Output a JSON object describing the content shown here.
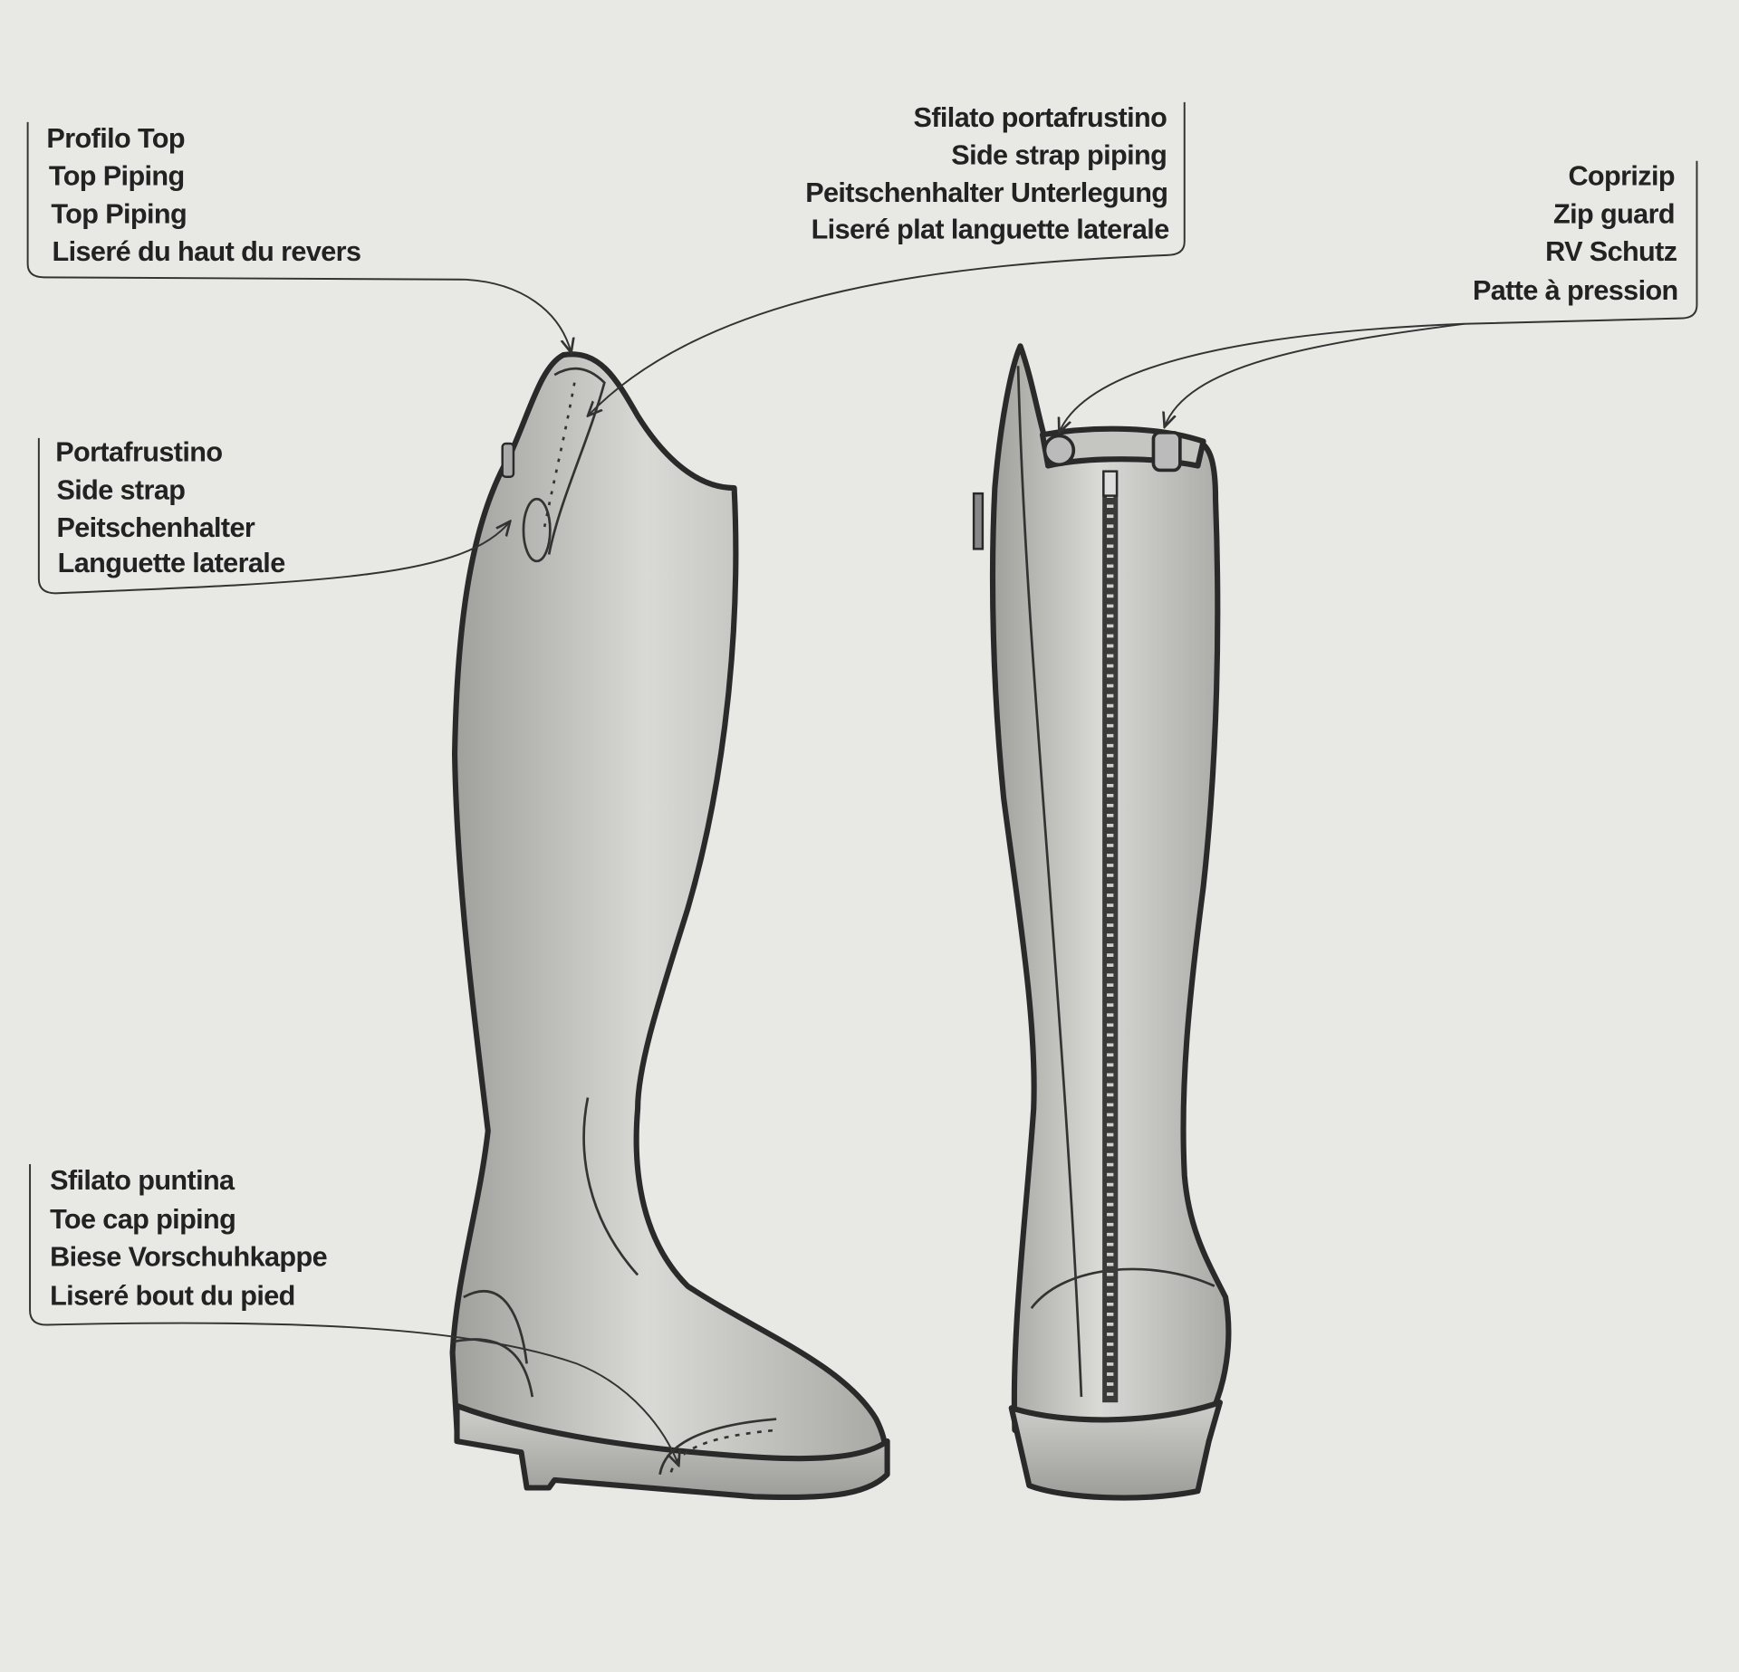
{
  "callouts": {
    "top_piping": [
      "Profilo Top",
      "Top Piping",
      "Top Piping",
      "Liseré du haut du revers"
    ],
    "side_strap_piping": [
      "Sfilato portafrustino",
      "Side strap piping",
      "Peitschenhalter Unterlegung",
      "Liseré plat languette laterale"
    ],
    "zip_guard": [
      "Coprizip",
      "Zip guard",
      "RV Schutz",
      "Patte à pression"
    ],
    "side_strap": [
      "Portafrustino",
      "Side strap",
      "Peitschenhalter",
      "Languette laterale"
    ],
    "toe_cap_piping": [
      "Sfilato puntina",
      "Toe cap piping",
      "Biese Vorschuhkappe",
      "Liseré bout du pied"
    ]
  },
  "colors": {
    "background": "#e8e8e5",
    "outline": "#2a2a2a",
    "leather_light": "#d8d8d5",
    "leather_dark": "#a9a9a6"
  }
}
